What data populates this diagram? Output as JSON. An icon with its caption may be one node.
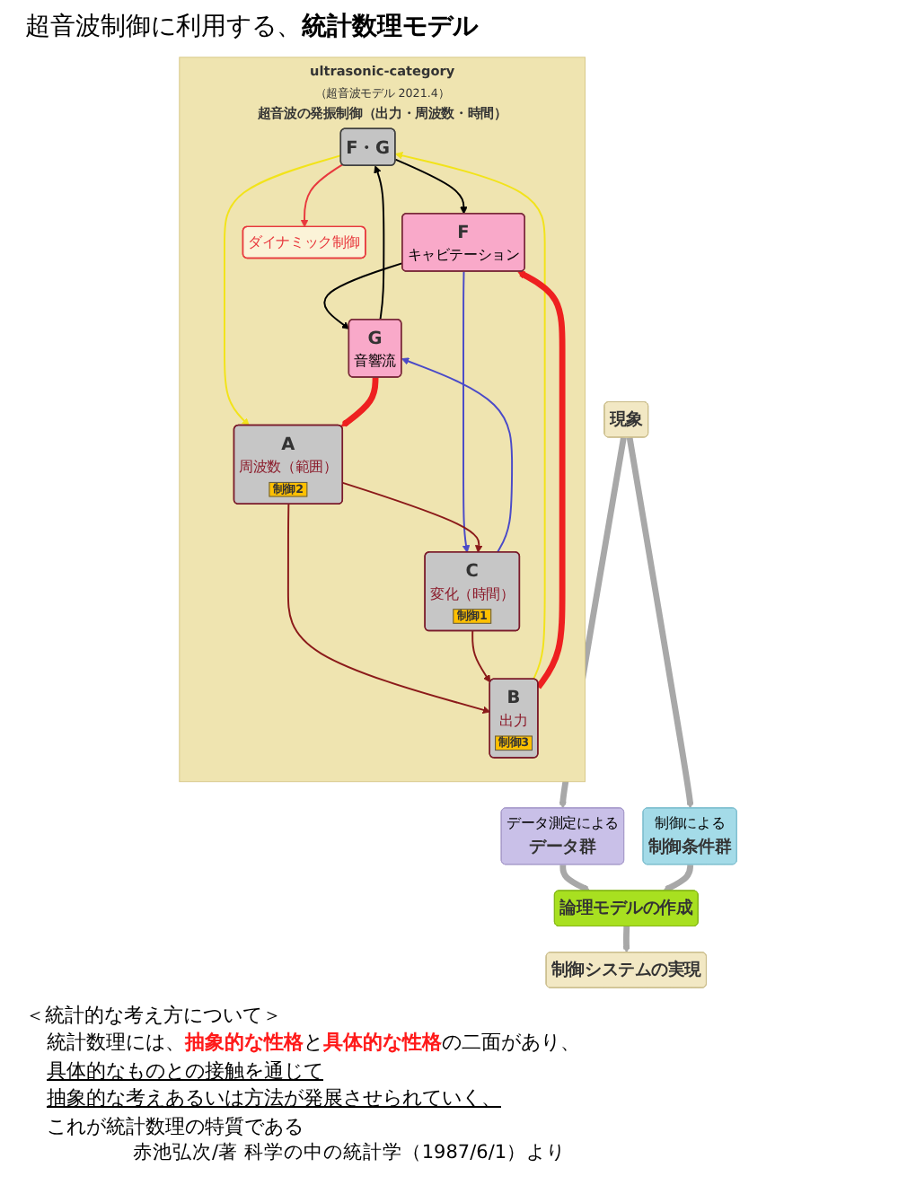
{
  "diagram": {
    "title": "超音波制御に利用する、**統計数理モデル**",
    "nodes": [
      {
        "text": [
          "ultrasonic-category",
          "（超音波モデル 2021.4）",
          "超音波の発振制御（出力・周波数・時間）"
        ]
      },
      {
        "text": [
          "F・G"
        ],
        "in": 0
      },
      {
        "text": [
          "ダイナミック制御"
        ],
        "in": 0
      },
      {
        "text": [
          "G",
          "音響流"
        ],
        "in": 0
      },
      {
        "text": [
          "F",
          "キャビテーション"
        ],
        "in": 0
      },
      {
        "text": [
          "A",
          "周波数（範囲）",
          "制御2"
        ],
        "in": 0
      },
      {
        "text": [
          "B",
          "出力",
          "制御3"
        ],
        "in": 0
      },
      {
        "text": [
          "C",
          "変化（時間）",
          "制御1"
        ],
        "in": 0
      },
      {
        "text": [
          "現象"
        ]
      },
      {
        "text": [
          "データ測定による",
          "データ群"
        ]
      },
      {
        "text": [
          "制御による",
          "制御条件群"
        ]
      },
      {
        "text": [
          "論理モデルの作成"
        ]
      },
      {
        "text": [
          "制御システムの実現"
        ]
      }
    ],
    "edges": [
      {
        "from": 3,
        "to": 1,
        "arrow": "to",
        "color": "#000000"
      },
      {
        "from": 1,
        "to": 4,
        "arrow": "to",
        "color": "#000000"
      },
      {
        "from": 4,
        "to": 3,
        "arrow": "to",
        "color": "#000000"
      },
      {
        "from": 1,
        "to": 2,
        "arrow": "to",
        "color": "#e8383d"
      },
      {
        "from": 1,
        "to": 5,
        "arrow": "to",
        "color": "#f2e31a"
      },
      {
        "from": 6,
        "to": 1,
        "arrow": "to",
        "color": "#f2e31a"
      },
      {
        "from": 7,
        "to": 3,
        "arrow": "to",
        "color": "#4a4ac8"
      },
      {
        "from": 4,
        "to": 7,
        "arrow": "to",
        "color": "#4a4ac8"
      },
      {
        "from": 3,
        "to": 5,
        "arrow": "to",
        "style": "thick",
        "color": "#ee2020"
      },
      {
        "from": 6,
        "to": 4,
        "arrow": "to",
        "style": "thick",
        "color": "#ee2020"
      },
      {
        "from": 5,
        "to": 6,
        "arrow": "to",
        "color": "#8b1a1a"
      },
      {
        "from": 5,
        "to": 7,
        "arrow": "to",
        "color": "#8b1a1a"
      },
      {
        "from": 7,
        "to": 6,
        "arrow": "to",
        "color": "#8b1a1a"
      },
      {
        "from": 8,
        "to": 9,
        "arrow": "to",
        "style": "thick"
      },
      {
        "from": 8,
        "to": 10,
        "arrow": "to",
        "style": "thick"
      },
      {
        "from": 9,
        "to": 11,
        "arrow": "to",
        "style": "thick"
      },
      {
        "from": 10,
        "to": 11,
        "arrow": "to",
        "style": "thick"
      },
      {
        "from": 11,
        "to": 12,
        "arrow": "to",
        "style": "thick"
      }
    ],
    "labels": [
      "＜統計的な考え方について＞",
      "統計数理には、**抽象的な性格**と**具体的な性格**の二面があり、",
      "具体的なものとの接触を通じて",
      "抽象的な考えあるいは方法が発展させられていく、",
      "これが統計数理の特質である",
      "赤池弘次/著 科学の中の統計学（1987/6/1）より"
    ]
  }
}
